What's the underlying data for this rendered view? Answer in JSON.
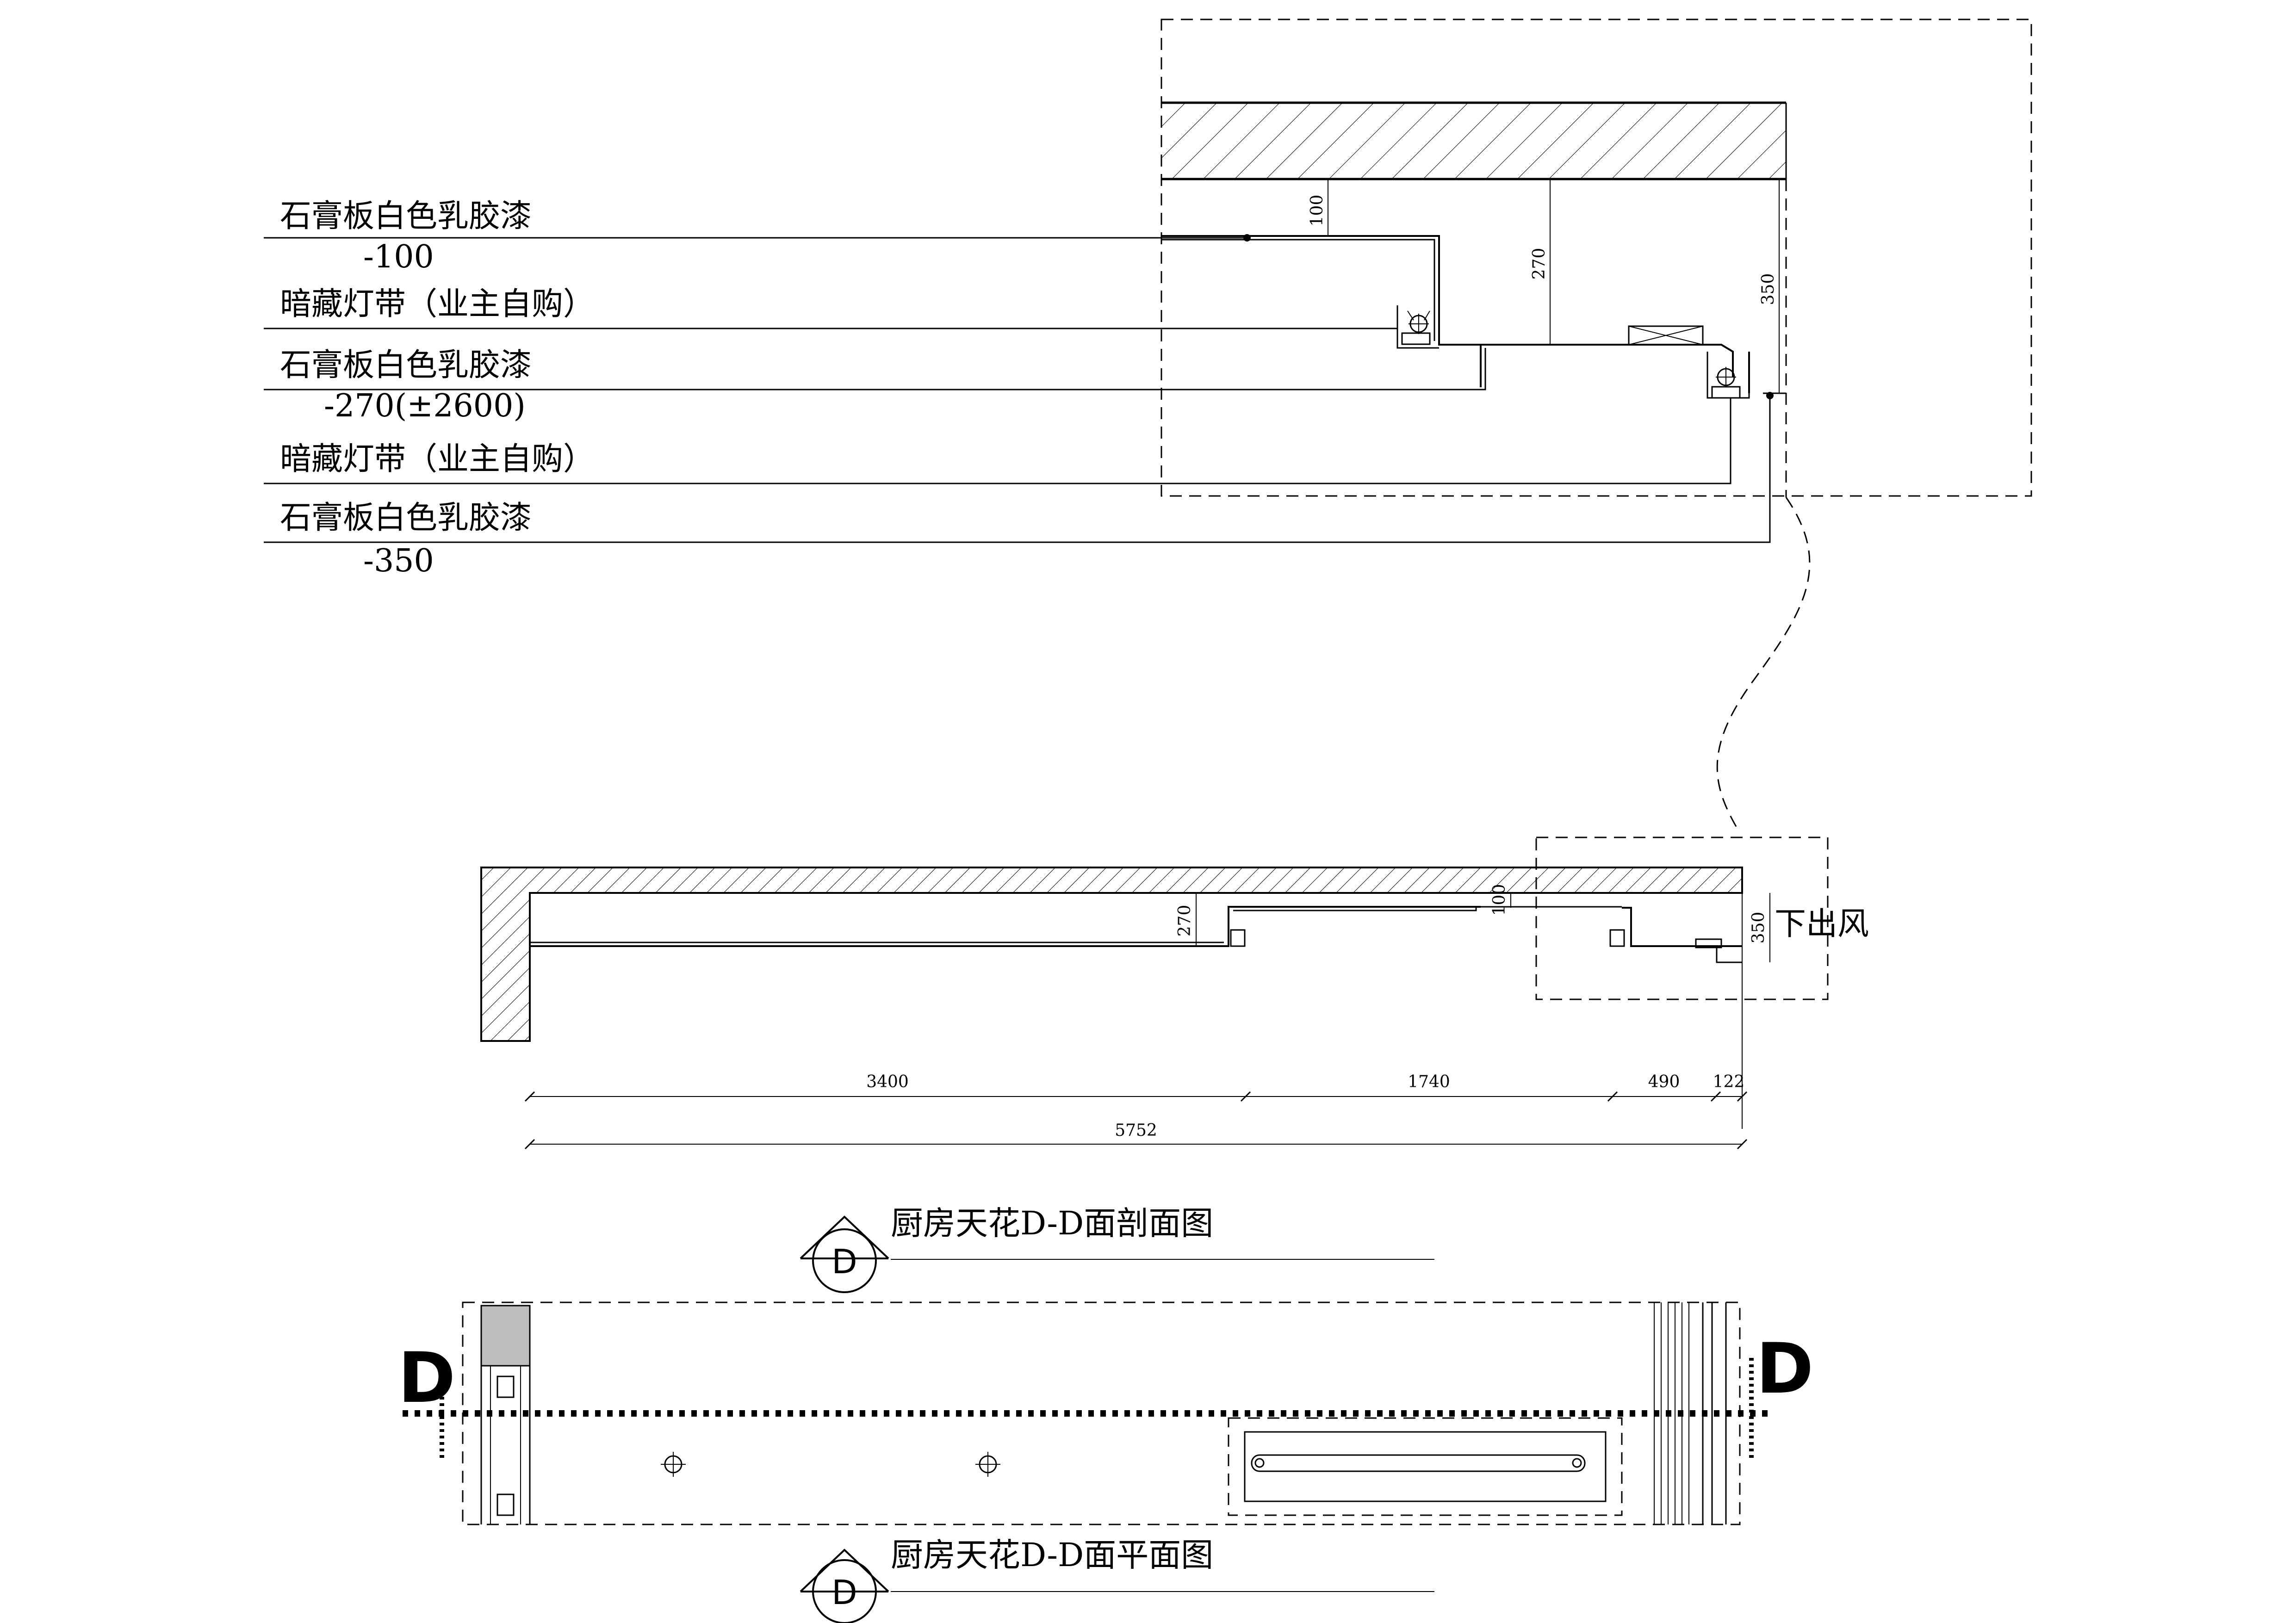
{
  "annotations": [
    {
      "label": "石膏板白色乳胶漆",
      "level": "-100"
    },
    {
      "label": "暗藏灯带（业主自购）"
    },
    {
      "label": "石膏板白色乳胶漆",
      "level": "-270(±2600)"
    },
    {
      "label": "暗藏灯带（业主自购）"
    },
    {
      "label": "石膏板白色乳胶漆",
      "level": "-350"
    }
  ],
  "detail_dims": [
    "100",
    "270",
    "350"
  ],
  "section": {
    "title": "厨房天花D-D面剖面图",
    "bubble": "D",
    "vent_label": "下出风",
    "dims": {
      "d270": "270",
      "d100": "100",
      "d350": "350"
    },
    "chain_dims": [
      "3400",
      "1740",
      "490",
      "122"
    ],
    "total_dim": "5752"
  },
  "plan": {
    "title": "厨房天花D-D面平面图",
    "bubble": "D",
    "cut_left": "D",
    "cut_right": "D"
  }
}
